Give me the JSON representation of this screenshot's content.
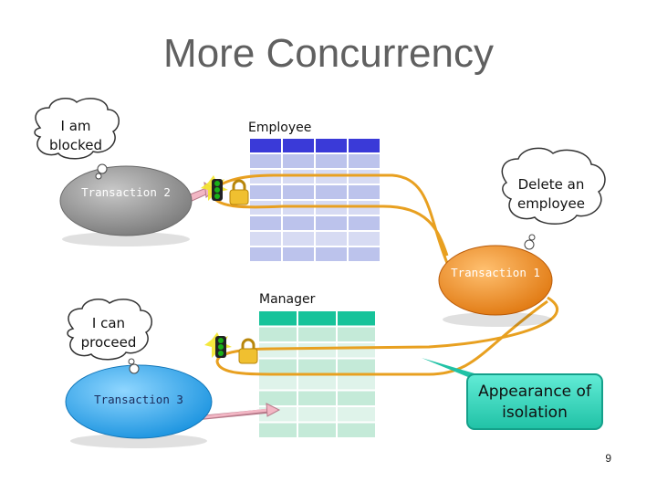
{
  "title": "More Concurrency",
  "tables": {
    "employee": {
      "label": "Employee",
      "header_color": "#3a3ad8",
      "row_colors": [
        "#d7dbf3",
        "#bcc3ec"
      ]
    },
    "manager": {
      "label": "Manager",
      "header_color": "#17c39a",
      "row_colors": [
        "#dff3ea",
        "#c4ead8"
      ]
    }
  },
  "transactions": [
    {
      "id": "t2",
      "label": "Transaction 2",
      "color": "#8e8e8e",
      "text_color": "#ffffff"
    },
    {
      "id": "t1",
      "label": "Transaction 1",
      "color": "#ef8a22",
      "text_color": "#ffffff"
    },
    {
      "id": "t3",
      "label": "Transaction 3",
      "color": "#2aa7e8",
      "text_color": "#1a2a5a"
    }
  ],
  "thoughts": {
    "t2": "I am blocked",
    "t1": "Delete an employee",
    "t3": "I can proceed"
  },
  "callout": {
    "text": "Appearance of isolation",
    "color": "#2ed3b8"
  },
  "lock_path_color": "#e8a020",
  "page_number": "9"
}
